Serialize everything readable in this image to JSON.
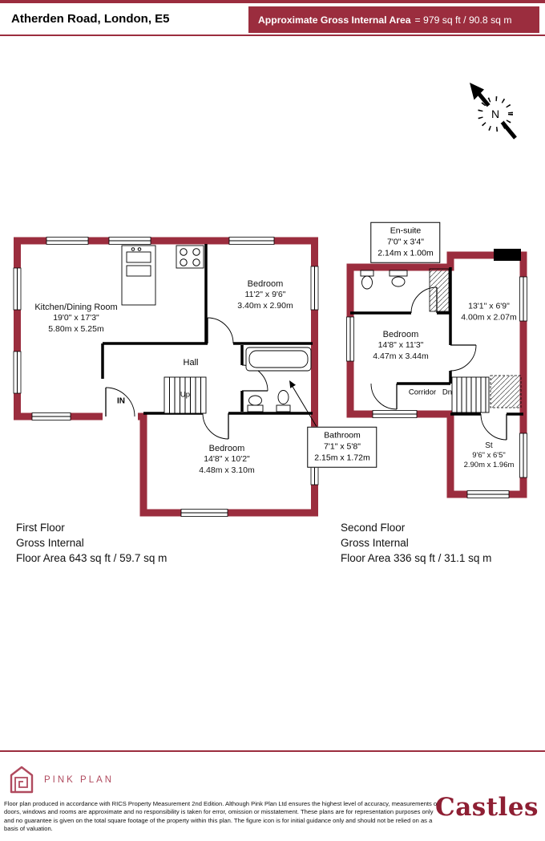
{
  "colors": {
    "wall": "#9b2d3e",
    "pink": "#b04a5e",
    "logo_red": "#8e1f33"
  },
  "header": {
    "address": "Atherden Road, London, E5",
    "area_label": "Approximate Gross Internal Area",
    "area_value": "= 979 sq ft / 90.8 sq m"
  },
  "compass": {
    "n": "N"
  },
  "first_floor": {
    "kitchen": {
      "name": "Kitchen/Dining Room",
      "imperial": "19'0\" x 17'3\"",
      "metric": "5.80m x 5.25m"
    },
    "bedroom_top": {
      "name": "Bedroom",
      "imperial": "11'2\" x 9'6\"",
      "metric": "3.40m x 2.90m"
    },
    "bedroom_bottom": {
      "name": "Bedroom",
      "imperial": "14'8\" x 10'2\"",
      "metric": "4.48m x 3.10m"
    },
    "bathroom": {
      "name": "Bathroom",
      "imperial": "7'1\" x 5'8\"",
      "metric": "2.15m x 1.72m"
    },
    "hall": {
      "name": "Hall"
    },
    "in_label": "IN",
    "up_label": "Up",
    "caption": [
      "First Floor",
      "Gross Internal",
      "Floor Area 643 sq ft / 59.7 sq m"
    ]
  },
  "second_floor": {
    "ensuite": {
      "name": "En-suite",
      "imperial": "7'0\" x 3'4\"",
      "metric": "2.14m x 1.00m"
    },
    "bedroom": {
      "name": "Bedroom",
      "imperial": "14'8\" x 11'3\"",
      "metric": "4.47m x 3.44m"
    },
    "side_room": {
      "imperial": "13'1\" x 6'9\"",
      "metric": "4.00m x 2.07m"
    },
    "store": {
      "name": "St",
      "imperial": "9'6\" x 6'5\"",
      "metric": "2.90m x 1.96m"
    },
    "corridor": {
      "name": "Corridor"
    },
    "dn_label": "Dn",
    "caption": [
      "Second Floor",
      "Gross Internal",
      "Floor Area 336 sq ft / 31.1 sq m"
    ]
  },
  "footer": {
    "brand": "PINK PLAN",
    "disclaimer": "Floor plan produced in accordance with RICS Property Measurement 2nd Edition. Although Pink Plan Ltd ensures the highest level of accuracy, measurements of doors, windows and rooms are approximate and no responsibility is taken for error, omission or misstatement. These plans are for representation purposes only and no guarantee is given on the total square footage of the property within this plan. The figure icon is for initial guidance only and should not be relied on as a basis of valuation.",
    "agency": "Castles"
  }
}
